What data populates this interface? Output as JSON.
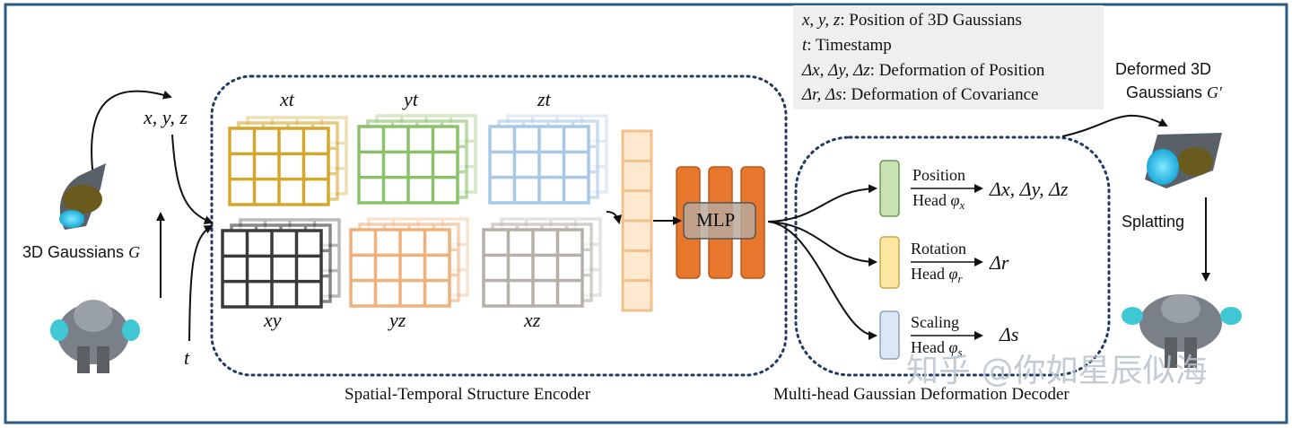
{
  "legend": {
    "row1_sym": "x, y, z",
    "row1_text": ": Position of 3D Gaussians",
    "row2_sym": "t",
    "row2_text": ": Timestamp",
    "row3_sym": "Δx, Δy, Δz",
    "row3_text": ": Deformation of Position",
    "row4_sym": "Δr, Δs",
    "row4_text": ": Deformation of Covariance"
  },
  "inputs": {
    "xyz": "x, y, z",
    "t": "t",
    "gaussians_prefix": "3D Gaussians ",
    "gaussians_sym": "G"
  },
  "planes": {
    "xt": "xt",
    "yt": "yt",
    "zt": "zt",
    "xy": "xy",
    "yz": "yz",
    "xz": "xz"
  },
  "encoder": {
    "mlp": "MLP",
    "title": "Spatial-Temporal Structure Encoder"
  },
  "decoder": {
    "title": "Multi-head Gaussian Deformation Decoder",
    "heads": [
      {
        "name": "Position",
        "head": "Head ",
        "sym": "φ",
        "sub": "x",
        "out": "Δx, Δy, Δz"
      },
      {
        "name": "Rotation",
        "head": "Head ",
        "sym": "φ",
        "sub": "r",
        "out": "Δr"
      },
      {
        "name": "Scaling",
        "head": "Head ",
        "sym": "φ",
        "sub": "s",
        "out": "Δs"
      }
    ]
  },
  "output": {
    "deformed_line1": "Deformed 3D",
    "deformed_line2": "Gaussians ",
    "deformed_sym": "G′",
    "splatting": "Splatting"
  },
  "watermark": "知乎 @你如星辰似海",
  "colors": {
    "frame": "#2b5b84",
    "xt": "#d4a72c",
    "yt": "#8cc069",
    "zt": "#a9c8e6",
    "xy": "#3a3a3a",
    "yz": "#f0b07c",
    "xz": "#b5b0a8",
    "feature": "#f2c08a",
    "mlp": "#e8772e",
    "head_pos": "#c8e2b4",
    "head_rot": "#fbe6a2",
    "head_scale": "#dbe7f5"
  }
}
